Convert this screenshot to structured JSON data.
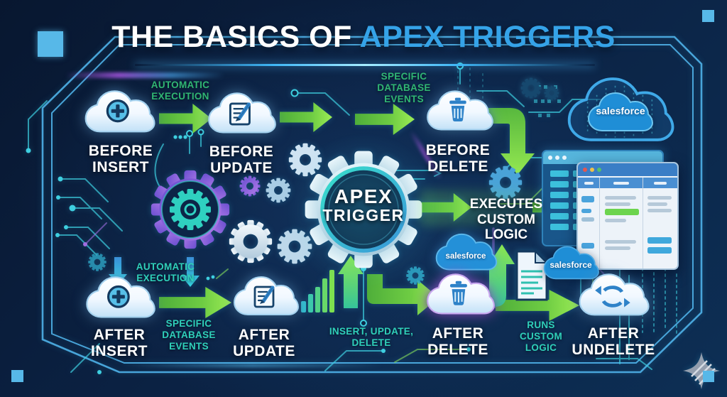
{
  "title": {
    "prefix": "THE BASICS OF",
    "highlight": "APEX TRIGGERS"
  },
  "hub": {
    "line1": "APEX",
    "line2": "TRIGGER",
    "icon": "gear-icon"
  },
  "nodes": [
    {
      "id": "before-insert",
      "label": "BEFORE INSERT",
      "icon": "plus-circle-cloud-icon"
    },
    {
      "id": "before-update",
      "label": "BEFORE UPDATE",
      "icon": "edit-note-cloud-icon"
    },
    {
      "id": "before-delete",
      "label": "BEFORE DELETE",
      "icon": "trash-cloud-icon"
    },
    {
      "id": "after-insert",
      "label": "AFTER INSERT",
      "icon": "plus-circle-cloud-icon"
    },
    {
      "id": "after-update",
      "label": "AFTER UPDATE",
      "icon": "edit-note-cloud-icon"
    },
    {
      "id": "after-delete",
      "label": "AFTER DELETE",
      "icon": "trash-cloud-icon"
    },
    {
      "id": "after-undelete",
      "label": "AFTER UNDELETE",
      "icon": "restore-arrows-cloud-icon"
    }
  ],
  "annotations": {
    "automatic_execution_top": "AUTOMATIC EXECUTION",
    "specific_database_events_top": "SPECIFIC DATABASE EVENTS",
    "automatic_execution_bottom": "AUTOMATIC EXECUTION",
    "specific_database_events_bottom": "SPECIFIC DATABASE EVENTS",
    "insert_update_delete": "INSERT, UPDATE, DELETE",
    "runs_custom_logic": "RUNS CUSTOM LOGIC",
    "executes_custom_logic": "EXECUTES CUSTOM LOGIC"
  },
  "brand": {
    "salesforce": "salesforce"
  },
  "colors": {
    "background": "#0b1f3d",
    "title_highlight": "#35a3e8",
    "arrow_green": "#6ecc43",
    "annotation_green": "#30b673",
    "annotation_teal": "#2fd0ba",
    "frame_blue": "#57b8e8",
    "salesforce_blue": "#1f8ed6",
    "gear_purple": "#8f64d8",
    "gear_teal": "#2fd0c0"
  }
}
